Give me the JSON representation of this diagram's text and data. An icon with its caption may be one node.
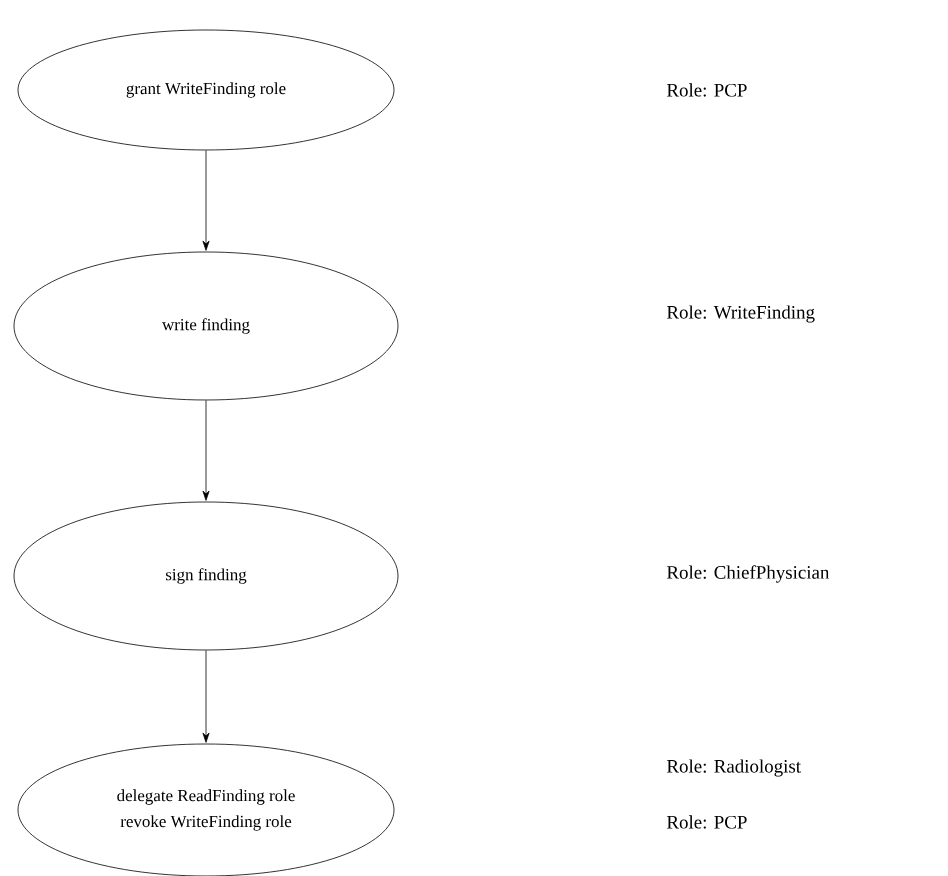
{
  "diagram": {
    "nodes": [
      {
        "text": [
          "grant WriteFinding role"
        ]
      },
      {
        "text": [
          "write finding"
        ]
      },
      {
        "text": [
          "sign finding"
        ]
      },
      {
        "text": [
          "delegate ReadFinding role",
          "revoke WriteFinding role"
        ]
      }
    ],
    "edges": [
      {
        "from": 0,
        "to": 1,
        "arrow": "to"
      },
      {
        "from": 1,
        "to": 2,
        "arrow": "to"
      },
      {
        "from": 2,
        "to": 3,
        "arrow": "to"
      }
    ],
    "labels": [
      "Role: PCP",
      "Role: WriteFinding",
      "Role: ChiefPhysician",
      "Role: Radiologist",
      "Role: PCP"
    ]
  }
}
